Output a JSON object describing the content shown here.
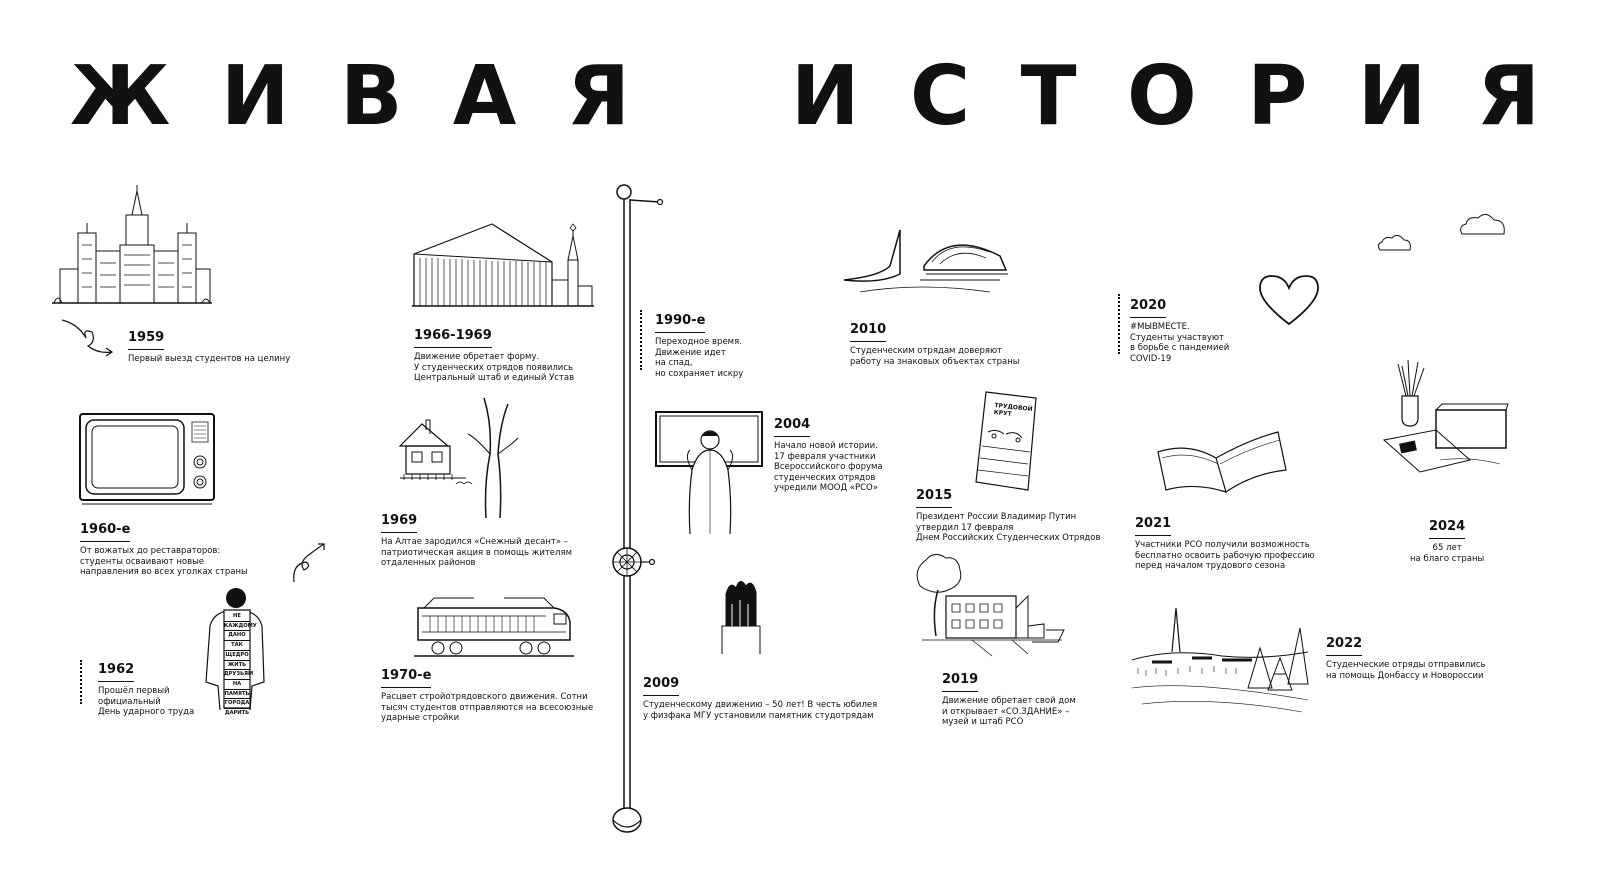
{
  "title": {
    "words": [
      "ЖИВАЯ",
      "ИСТОРИЯ"
    ],
    "word1_letters": [
      "Ж",
      "И",
      "В",
      "А",
      "Я"
    ],
    "word2_letters": [
      "И",
      "С",
      "Т",
      "О",
      "Р",
      "И",
      "Я"
    ]
  },
  "events": {
    "e1959": {
      "year": "1959",
      "text": "Первый выезд студентов на целину"
    },
    "e1966": {
      "year": "1966-1969",
      "text": "Движение обретает форму.\nУ студенческих отрядов появились\nЦентральный штаб и единый Устав"
    },
    "e1960s": {
      "year": "1960-е",
      "text": "От вожатых до реставраторов:\nстуденты осваивают новые\nнаправления во всех уголках страны"
    },
    "e1969": {
      "year": "1969",
      "text": "На Алтае зародился «Снежный десант» –\nпатриотическая акция в помощь жителям\nотдаленных районов"
    },
    "e1962": {
      "year": "1962",
      "text": "Прошёл первый\nофициальный\nДень ударного труда"
    },
    "e1970s": {
      "year": "1970-е",
      "text": "Расцвет стройотрядовского движения. Сотни\nтысяч студентов отправляются на всесоюзные\nударные стройки"
    },
    "e1990s": {
      "year": "1990-е",
      "text": "Переходное время.\nДвижение идет\nна спад,\nно сохраняет искру"
    },
    "e2004": {
      "year": "2004",
      "text": "Начало новой истории.\n17 февраля участники\nВсероссийского форума\nстуденческих отрядов\nучредили МООД «РСО»"
    },
    "e2009": {
      "year": "2009",
      "text": "Студенческому движению – 50 лет! В честь юбилея\nу физфака МГУ установили памятник студотрядам"
    },
    "e2010": {
      "year": "2010",
      "text": "Студенческим отрядам доверяют\nработу на знаковых объектах страны"
    },
    "e2015": {
      "year": "2015",
      "text": "Президент России Владимир Путин\nутвердил 17 февраля\nДнем Российских Студенческих Отрядов"
    },
    "e2019": {
      "year": "2019",
      "text": "Движение обретает свой дом\nи открывает «СО.ЗДАНИЕ» –\nмузей и штаб РСО"
    },
    "e2020": {
      "year": "2020",
      "text": "#МЫВМЕСТЕ.\nСтуденты участвуют\nв борьбе с пандемией\nCOVID-19"
    },
    "e2021": {
      "year": "2021",
      "text": "Участники РСО получили возможность\nбесплатно освоить рабочую профессию\nперед началом трудового сезона"
    },
    "e2022": {
      "year": "2022",
      "text": "Студенческие отряды отправились\nна помощь Донбассу и Новороссии"
    },
    "e2024": {
      "year": "2024",
      "text": "65 лет\nна благо страны"
    }
  },
  "illustrations": {
    "sign_words": [
      "НЕ",
      "КАЖДОМУ",
      "ДАНО",
      "ТАК",
      "ЩЕДРО",
      "ЖИТЬ",
      "ДРУЗЬЯМ",
      "НА",
      "ПАМЯТЬ",
      "ГОРОДА",
      "ДАРИТЬ"
    ],
    "calendar_text": "ТРУДОВОЙ\nКРУТ"
  },
  "colors": {
    "ink": "#111111",
    "background": "#ffffff"
  }
}
